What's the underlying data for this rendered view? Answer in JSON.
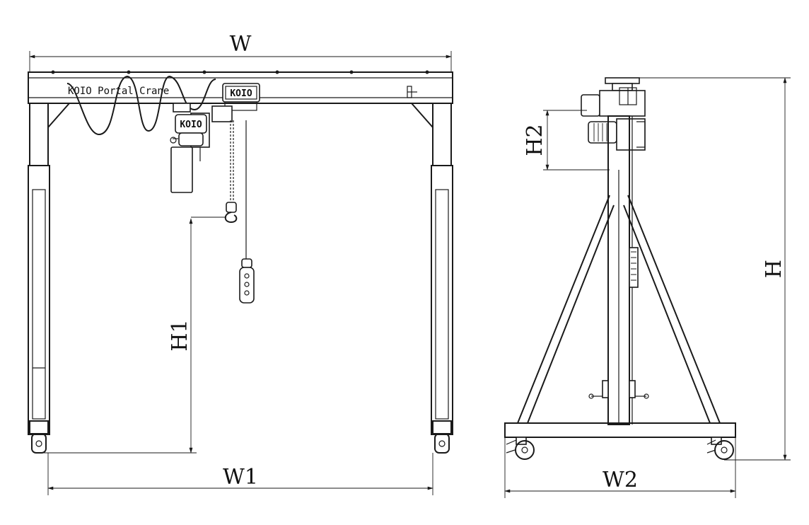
{
  "front_view": {
    "beam_label": "KOIO Portal Crane",
    "trolley_label": "KOIO",
    "hoist_label": "KOIO",
    "dimensions": {
      "width": "W",
      "wheel_span": "W1",
      "lift_height": "H1"
    }
  },
  "side_view": {
    "dimensions": {
      "total_height": "H",
      "head_height": "H2",
      "base_width": "W2"
    }
  }
}
